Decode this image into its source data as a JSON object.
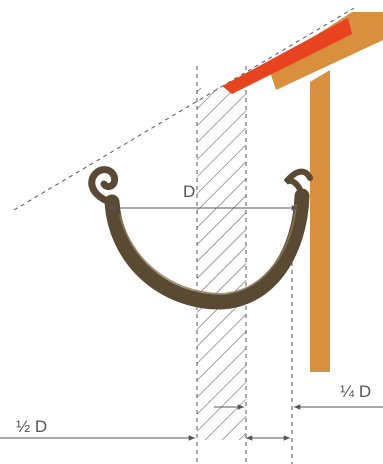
{
  "labels": {
    "gutter_width": "D",
    "quarter_offset": "¼ D",
    "half_offset": "½ D"
  },
  "colors": {
    "roof_tile": "#e8431f",
    "roof_board": "#d8903f",
    "fascia": "#d8903f",
    "gutter": "#5b4a33",
    "gutter_highlight": "#8a7558",
    "lines": "#555555"
  }
}
